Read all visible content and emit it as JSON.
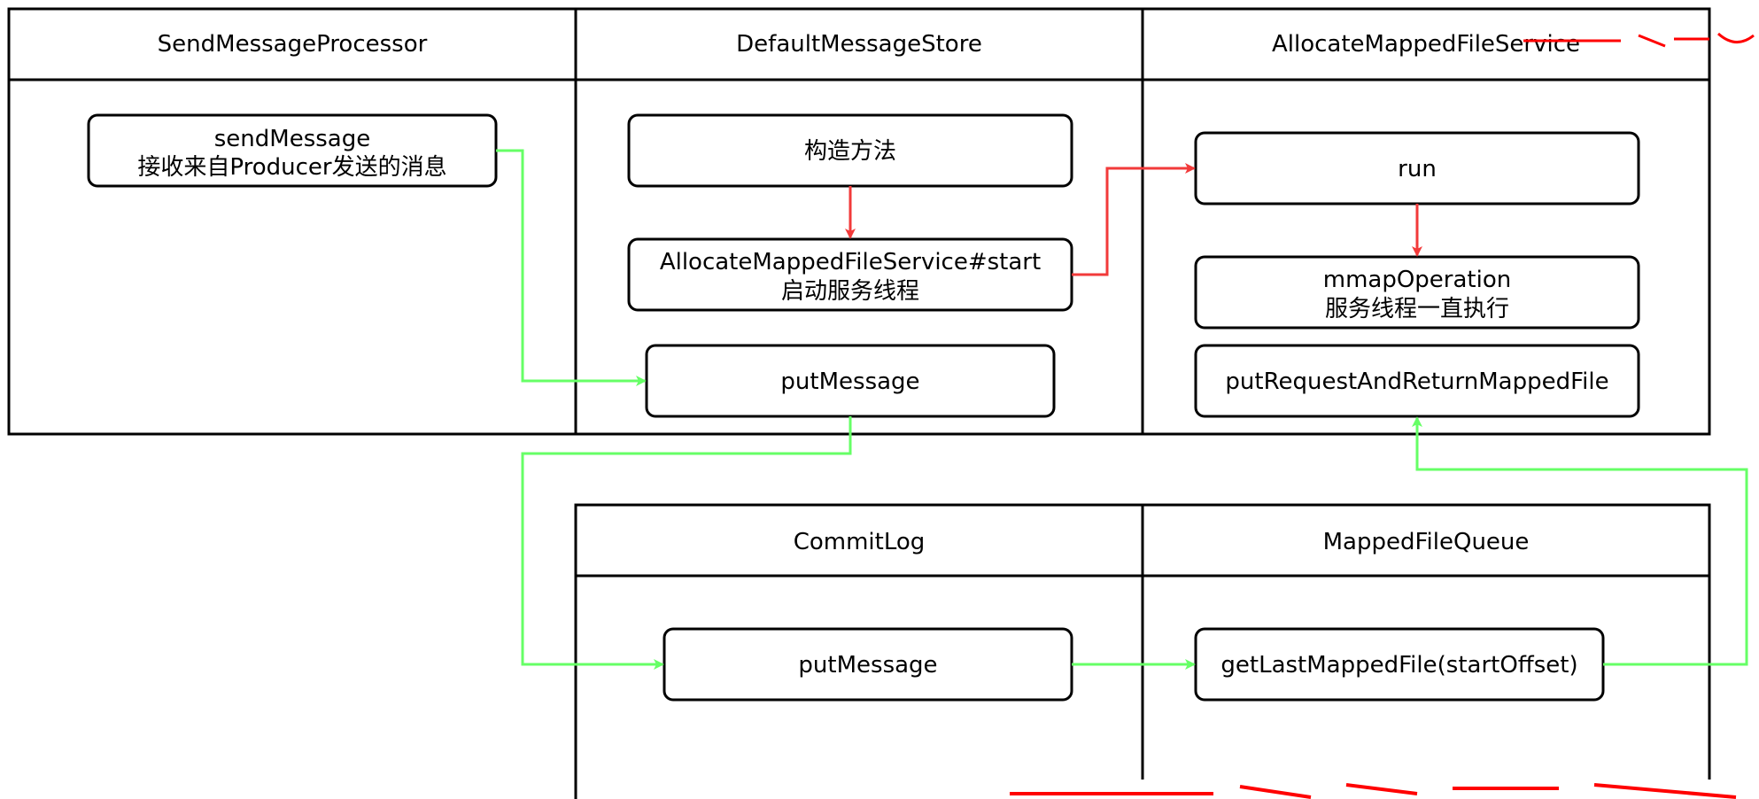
{
  "colors": {
    "green_arrow": "#66ff66",
    "red_arrow": "#f23a3a",
    "border": "#000000",
    "watermark": "#ff0000"
  },
  "pool_top": {
    "lanes": [
      {
        "title": "SendMessageProcessor"
      },
      {
        "title": "DefaultMessageStore"
      },
      {
        "title": "AllocateMappedFileService"
      }
    ]
  },
  "pool_bottom": {
    "lanes": [
      {
        "title": "CommitLog"
      },
      {
        "title": "MappedFileQueue"
      }
    ]
  },
  "nodes": {
    "send_message": {
      "lines": [
        "sendMessage",
        "接收来自Producer发送的消息"
      ]
    },
    "constructor": {
      "lines": [
        "构造方法"
      ]
    },
    "allocate_start": {
      "lines": [
        "AllocateMappedFileService#start",
        "启动服务线程"
      ]
    },
    "store_put_message": {
      "lines": [
        "putMessage"
      ]
    },
    "run": {
      "lines": [
        "run"
      ]
    },
    "mmap_operation": {
      "lines": [
        "mmapOperation",
        "服务线程一直执行"
      ]
    },
    "put_request": {
      "lines": [
        "putRequestAndReturnMappedFile"
      ]
    },
    "commitlog_put_message": {
      "lines": [
        "putMessage"
      ]
    },
    "get_last_mapped_file": {
      "lines": [
        "getLastMappedFile(startOffset)"
      ]
    }
  }
}
